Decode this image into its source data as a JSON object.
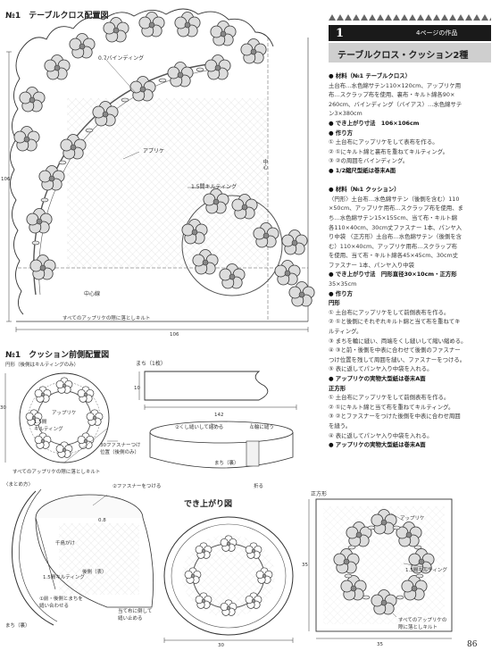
{
  "labels": {
    "fig1_title": "№1　テーブルクロス配置図",
    "binding": "0.7バインディング",
    "applique": "アプリケ",
    "quilting": "1.5間キルティング",
    "center": "中心",
    "center_line": "中心線",
    "dim_106_h": "106",
    "dim_106_v": "106",
    "note_edge": "すべてのアップリケの際に落としキルト",
    "fig2_title": "№1　クッション前側配置図",
    "fig2_sub": "円形（後側はキルティングのみ）",
    "applique2": "アップリケ",
    "quilting2": "1.5間\nキルティング",
    "zipper_pos": "30ファスナーつけ\n位置（後側のみ）",
    "dim_30_v": "30",
    "note_edge2": "すべてのアップリケの際に落としキルト",
    "gusset_title": "まち（1枚）",
    "gusset_h": "10",
    "gusset_len": "142",
    "gusset_step2": "②くし縫いして縮める",
    "gusset_step1": "①輪に縫う",
    "gusset_label": "まち（裏）",
    "fold": "折る",
    "summary_title": "〈まとめ方〉",
    "summary_zip": "②ファスナーをつける",
    "summary_08": "0.8",
    "summary_chidori": "千鳥がけ",
    "summary_back": "後側（表）",
    "summary_15": "1.5間キルティング",
    "summary_sew": "①前・後側とまちを\n縫い合わせる",
    "summary_gusset": "まち（裏）",
    "summary_fold": "当て布に倒して\n縫い止める",
    "finished_title": "でき上がり図",
    "dim_30_h": "30",
    "square_title": "正方形",
    "applique3": "アップリケ",
    "quilting3": "1.5間キルティング",
    "note_edge3": "すべてのアップリケの\n際に落としキルト",
    "dim_35_v": "35",
    "dim_35_h": "35"
  },
  "panel": {
    "num": "1",
    "ref": "4ページの作品",
    "title": "テーブルクロス・クッション2種",
    "lines": [
      {
        "b": true,
        "t": "● 材料（№1 テーブルクロス）"
      },
      {
        "b": false,
        "t": "土台布…水色綿サテン110×120cm、アップリケ用"
      },
      {
        "b": false,
        "t": "布…スクラップ布を使用、裏布・キルト綿各90×"
      },
      {
        "b": false,
        "t": "260cm、バインディング（バイアス）…水色綿サテ"
      },
      {
        "b": false,
        "t": "ン3×380cm"
      },
      {
        "b": true,
        "t": "● でき上がり寸法　106×106cm"
      },
      {
        "b": true,
        "t": "● 作り方"
      },
      {
        "b": false,
        "t": "① 土台布にアップリケをして表布を作る。"
      },
      {
        "b": false,
        "t": "② ①にキルト綿と裏布を重ねてキルティング。"
      },
      {
        "b": false,
        "t": "③ ②の周囲をバインディング。"
      },
      {
        "b": true,
        "t": "● 1/2縮尺型紙は巻末A面"
      },
      {
        "b": false,
        "t": ""
      },
      {
        "b": true,
        "t": "● 材料（№1 クッション）"
      },
      {
        "b": false,
        "t": "〈円形〉土台布…水色綿サテン（後側を含む）110"
      },
      {
        "b": false,
        "t": "×50cm、アップリケ用布…スクラップ布を使用、ま"
      },
      {
        "b": false,
        "t": "ち…水色綿サテン15×155cm、当て布・キルト綿"
      },
      {
        "b": false,
        "t": "各110×40cm、30cm丈ファスナー 1本、パンヤ入"
      },
      {
        "b": false,
        "t": "り中袋 〈正方形〉土台布…水色綿サテン（後側を含"
      },
      {
        "b": false,
        "t": "む）110×40cm、アップリケ用布…スクラップ布"
      },
      {
        "b": false,
        "t": "を使用、当て布・キルト綿各45×45cm、30cm丈"
      },
      {
        "b": false,
        "t": "ファスナー 1本、パンヤ入り中袋"
      },
      {
        "b": true,
        "t": "● でき上がり寸法　円形直径30×10cm・正方形"
      },
      {
        "b": false,
        "t": "35×35cm"
      },
      {
        "b": true,
        "t": "● 作り方"
      },
      {
        "b": true,
        "t": "円形"
      },
      {
        "b": false,
        "t": "① 土台布にアップリケをして前側表布を作る。"
      },
      {
        "b": false,
        "t": "② ①と後側にそれぞれキルト綿と当て布を重ねてキ"
      },
      {
        "b": false,
        "t": "ルティング。"
      },
      {
        "b": false,
        "t": "③ まちを輪に縫い、両端をくし縫いして縮い縮める。"
      },
      {
        "b": false,
        "t": "④ ③と前・後側を中表に合わせて後側のファスナー"
      },
      {
        "b": false,
        "t": "つけ位置を残して周囲を縫い、ファスナーをつける。"
      },
      {
        "b": false,
        "t": "⑤ 表に返してパンヤ入り中袋を入れる。"
      },
      {
        "b": true,
        "t": "● アップリケの実物大型紙は巻末A面"
      },
      {
        "b": true,
        "t": "正方形"
      },
      {
        "b": false,
        "t": "① 土台布にアップリケをして前側表布を作る。"
      },
      {
        "b": false,
        "t": "② ①にキルト綿と当て布を重ねてキルティング。"
      },
      {
        "b": false,
        "t": "③ ②とファスナーをつけた後側を中表に合わせ周囲"
      },
      {
        "b": false,
        "t": "を縫う。"
      },
      {
        "b": false,
        "t": "④ 表に返してパンヤ入り中袋を入れる。"
      },
      {
        "b": true,
        "t": "● アップリケの実物大型紙は巻末A面"
      }
    ]
  },
  "page_number": "86"
}
